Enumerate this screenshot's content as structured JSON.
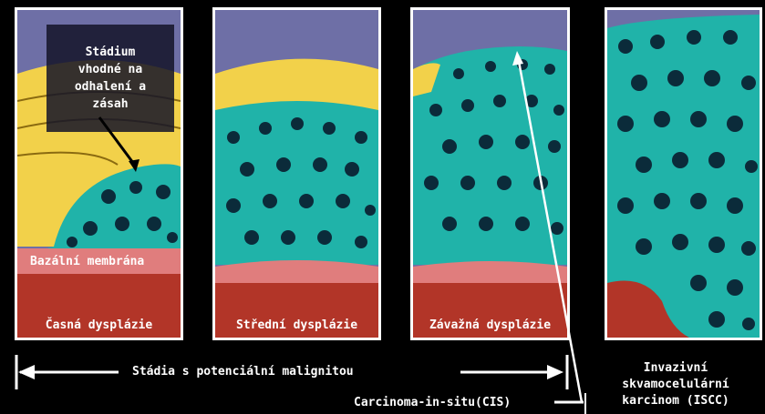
{
  "panels": [
    {
      "id": "early",
      "label": "Časná dysplázie"
    },
    {
      "id": "mid",
      "label": "Střední dysplázie"
    },
    {
      "id": "severe",
      "label": "Závažná dysplázie"
    },
    {
      "id": "invasive",
      "label": ""
    }
  ],
  "callout": "Stádium\nvhodné na\nodhalení a\nzásah",
  "basal_membrane": "Bazální membrána",
  "range_label": "Stádia s potenciální malignitou",
  "cis_label": "Carcinoma-in-situ(CIS)",
  "iscc_label": "Invazivní\nskvamocelulární\nkarcinom (ISCC)",
  "colors": {
    "sky": "#6e6fa6",
    "normal_cell": "#f2d14a",
    "dysplastic_cell": "#20b3a9",
    "nucleus": "#0b2b3a",
    "basal": "#e07d7d",
    "stroma": "#b23528"
  }
}
